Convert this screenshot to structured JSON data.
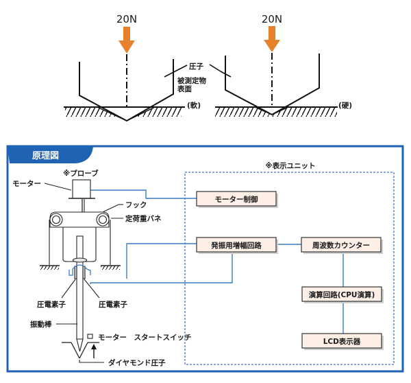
{
  "top_diagram": {
    "soft": {
      "force_label": "20N",
      "hardness_label": "(軟)",
      "indenter_label": "圧子",
      "surface_label_line1": "被測定物",
      "surface_label_line2": "表面"
    },
    "hard": {
      "force_label": "20N",
      "hardness_label": "(硬)"
    }
  },
  "principle": {
    "title": "原理図",
    "probe": {
      "title": "※プローブ",
      "labels": {
        "motor": "モーター",
        "hook": "フック",
        "spring": "定荷重バネ",
        "piezo_left": "圧電素子",
        "piezo_right": "圧電素子",
        "rod": "振動棒",
        "start_switch": "モーター　スタートスイッチ",
        "diamond": "ダイヤモンド圧子"
      }
    },
    "display_unit": {
      "title": "※表示ユニット",
      "blocks": [
        {
          "id": "motor-control",
          "label": "モーター制御"
        },
        {
          "id": "oscillator-amp",
          "label": "発振用増幅回路"
        },
        {
          "id": "freq-counter",
          "label": "周波数カウンター"
        },
        {
          "id": "calc-circuit",
          "label": "演算回路(CPU演算)"
        },
        {
          "id": "lcd",
          "label": "LCD表示器"
        }
      ]
    }
  },
  "colors": {
    "accent_blue": "#1f63b4",
    "arrow_orange": "#e8812c",
    "box_fill": "#fdeee6",
    "wire_blue": "#3a7cc4"
  }
}
